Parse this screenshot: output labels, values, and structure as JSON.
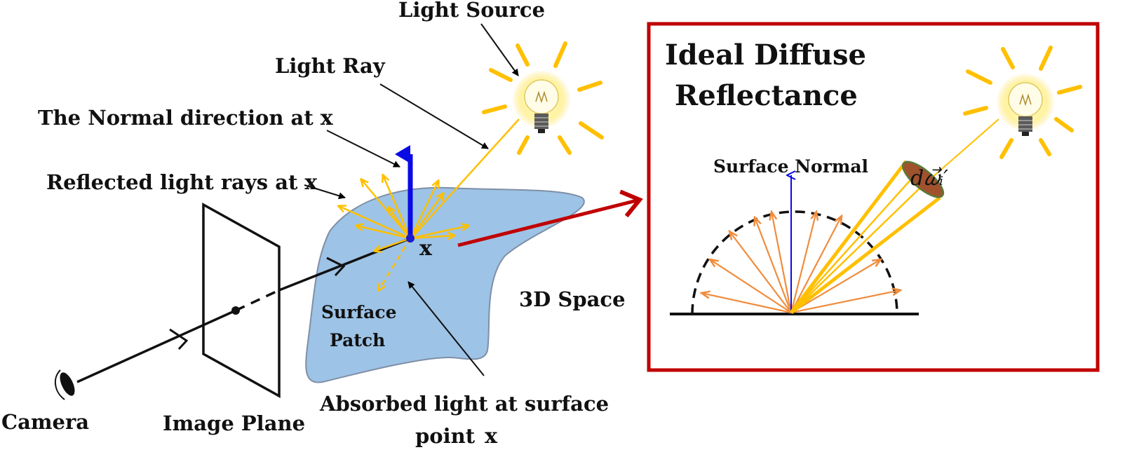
{
  "labels": {
    "light_source": "Light Source",
    "light_ray": "Light Ray",
    "normal_direction": "The Normal direction at",
    "normal_direction_var": "x",
    "reflected_rays": "Reflected light rays at",
    "reflected_rays_var": "x",
    "point_x": "x",
    "surface_patch_line1": "Surface",
    "surface_patch_line2": "Patch",
    "space_3d": "3D Space",
    "absorbed_line1": "Absorbed light at surface",
    "absorbed_line2": "point",
    "absorbed_var": "x",
    "camera": "Camera",
    "image_plane": "Image Plane"
  },
  "inset": {
    "title_line1": "Ideal Diffuse",
    "title_line2": "Reflectance",
    "surface_normal": "Surface Normal",
    "solid_angle": "d𝜔⃗ᵢ′"
  },
  "colors": {
    "surface_fill": "#9dc3e6",
    "surface_stroke": "#7f8fa6",
    "normal_blue": "#0a0ae6",
    "ray_yellow": "#ffc000",
    "inset_orange": "#f08c3c",
    "frame_red": "#c00000",
    "solid_angle_fill": "#a0522d"
  }
}
